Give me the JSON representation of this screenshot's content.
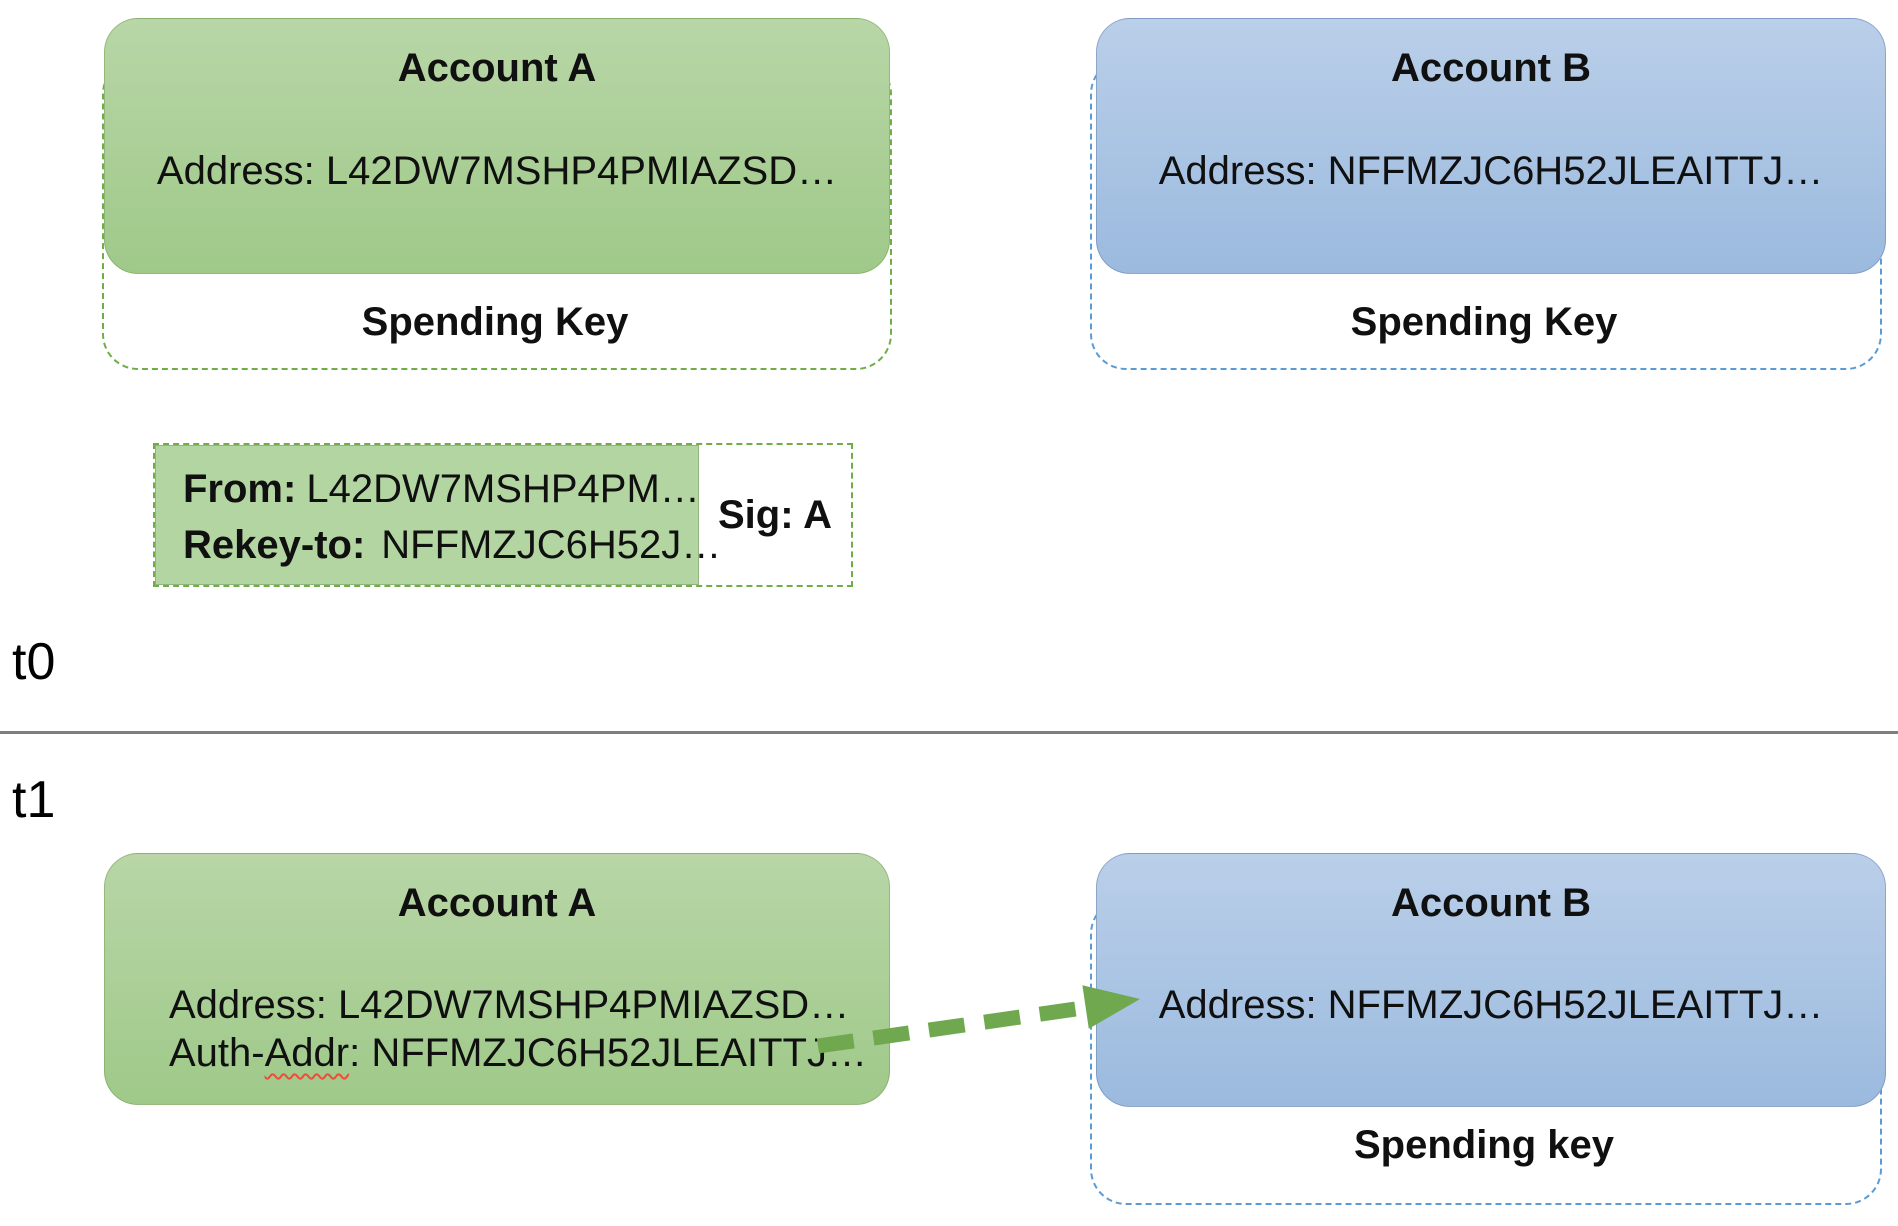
{
  "colors": {
    "green-fill-top": "#b8d6a7",
    "green-fill-bottom": "#9fc989",
    "green-dash": "#70ad47",
    "txn-fill": "#b3d5a2",
    "blue-fill-top": "#bacfe9",
    "blue-fill-bottom": "#9bbade",
    "blue-dash": "#5b9bd5",
    "arrow-green": "#6fa84f",
    "divider-gray": "#7f7f7f",
    "squiggle-red": "#ef4b38"
  },
  "t0": {
    "label": "t0",
    "account_a": {
      "title": "Account A",
      "address": "Address: L42DW7MSHP4PMIAZSD…",
      "spending_key_label": "Spending Key"
    },
    "account_b": {
      "title": "Account B",
      "address": "Address: NFFMZJC6H52JLEAITTJ…",
      "spending_key_label": "Spending Key"
    },
    "transaction": {
      "from_label": "From:",
      "from_value": "L42DW7MSHP4PM…",
      "rekey_label": "Rekey-to:",
      "rekey_value": "NFFMZJC6H52J…",
      "signature": "Sig: A"
    }
  },
  "t1": {
    "label": "t1",
    "account_a": {
      "title": "Account A",
      "address": "Address: L42DW7MSHP4PMIAZSD…",
      "auth_addr_prefix": "Auth-",
      "auth_addr_word": "Addr",
      "auth_addr_rest": ": NFFMZJC6H52JLEAITTJ…"
    },
    "account_b": {
      "title": "Account B",
      "address": "Address: NFFMZJC6H52JLEAITTJ…",
      "spending_key_label": "Spending key"
    }
  }
}
